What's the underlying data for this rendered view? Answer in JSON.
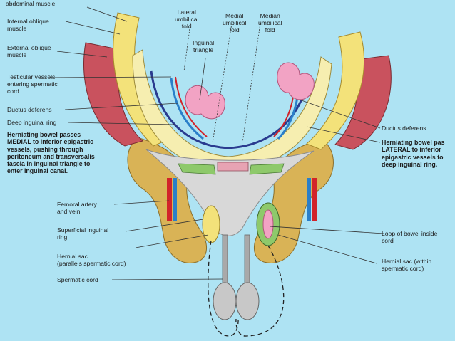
{
  "labels": {
    "abdominal_muscle": "abdominal muscle",
    "internal_oblique": "Internal oblique\nmuscle",
    "external_oblique": "External oblique\nmuscle",
    "testicular_vessels": "Testicular vessels\nentering spermatic\ncord",
    "ductus_deferens_left": "Ductus deferens",
    "deep_inguinal_ring": "Deep inguinal ring",
    "medial_hernia_note": "Herniating bowel passes\nMEDIAL to inferior epigastric\nvessels, pushing through\nperitoneum and transversalis\nfascia in inguinal triangle to\nenter inguinal canal.",
    "femoral_artery": "Femoral artery\nand vein",
    "superficial_ring": "Superficial inguinal\nring",
    "hernial_sac_left": "Hernial sac\n(parallels spermatic cord)",
    "spermatic_cord": "Spermatic cord",
    "lateral_fold": "Lateral\numbilical\nfold",
    "medial_fold": "Medial\numbilical\nfold",
    "median_fold": "Median\numbilical\nfold",
    "inguinal_triangle": "Inguinal\ntriangle",
    "ductus_deferens_right": "Ductus deferens",
    "lateral_hernia_note": "Herniating bowel pas\nLATERAL to inferior\nepigastric vessels to\ndeep inguinal ring.",
    "loop_of_bowel": "Loop of bowel inside\ncord",
    "hernial_sac_right": "Hernial sac (within\nspermatic cord)"
  },
  "colors": {
    "background": "#aee3f3",
    "muscle": "#c9525e",
    "fat": "#f3e27a",
    "fascia": "#d8d8d8",
    "bone": "#d9b356",
    "artery": "#d2232a",
    "vein": "#2a7fc9",
    "bowel": "#f2a3c4"
  }
}
